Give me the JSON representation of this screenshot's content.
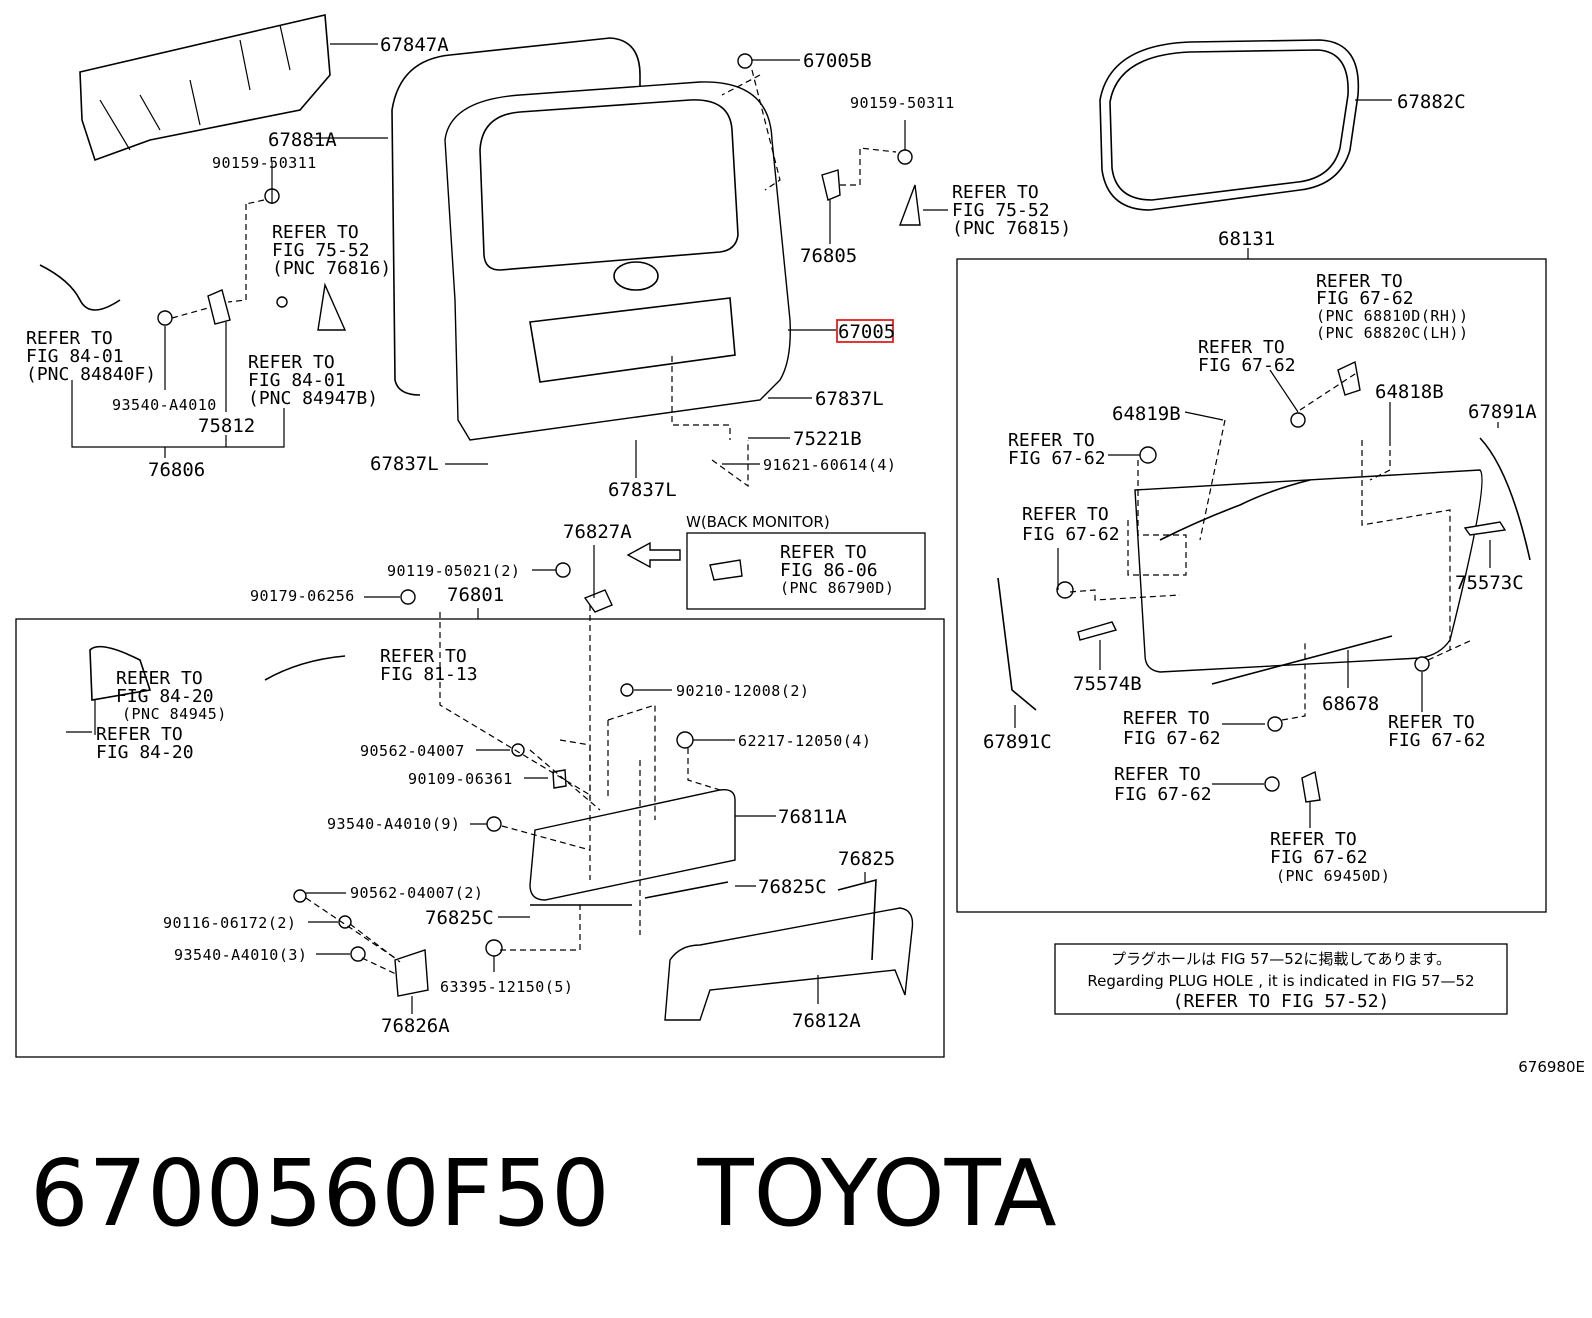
{
  "footer": {
    "part_number": "6700560F50",
    "brand": "TOYOTA"
  },
  "figure_code": "676980E",
  "highlight_part": "67005",
  "refer_to": "REFER TO",
  "labels": {
    "p67847A": "67847A",
    "p67881A": "67881A",
    "p67005B": "67005B",
    "p67882C": "67882C",
    "p90159a": "90159-50311",
    "p90159b": "90159-50311",
    "p76805": "76805",
    "p68131": "68131",
    "p67837L_a": "67837L",
    "p67837L_b": "67837L",
    "p67837L_c": "67837L",
    "p75221B": "75221B",
    "p91621": "91621-60614(4)",
    "p93540a": "93540-A4010",
    "p75812": "75812",
    "p76806": "76806",
    "p64819B": "64819B",
    "p64818B": "64818B",
    "p67891A": "67891A",
    "p75573C": "75573C",
    "p75574B": "75574B",
    "p68678": "68678",
    "p67891C": "67891C",
    "p76827A": "76827A",
    "p90119": "90119-05021(2)",
    "p90179": "90179-06256",
    "p76801": "76801",
    "p90210": "90210-12008(2)",
    "p62217": "62217-12050(4)",
    "p90562a": "90562-04007",
    "p90109": "90109-06361",
    "p93540b": "93540-A4010(9)",
    "p76811A": "76811A",
    "p76825": "76825",
    "p76825C_a": "76825C",
    "p76825C_b": "76825C",
    "p90562b": "90562-04007(2)",
    "p90116": "90116-06172(2)",
    "p93540c": "93540-A4010(3)",
    "p63395": "63395-12150(5)",
    "p76826A": "76826A",
    "p76812A": "76812A"
  },
  "refs": {
    "r1_fig": "FIG 75-52",
    "r1_pnc": "(PNC 76816)",
    "r2_fig": "FIG 75-52",
    "r2_pnc": "(PNC 76815)",
    "r3_fig": "FIG 84-01",
    "r3_pnc": "(PNC 84840F)",
    "r4_fig": "FIG 84-01",
    "r4_pnc": "(PNC 84947B)",
    "r5_fig": "FIG 67-62",
    "r5_pnc1": "(PNC 68810D(RH))",
    "r5_pnc2": "(PNC 68820C(LH))",
    "r6_fig": "FIG 67-62",
    "r7_fig": "FIG 67-62",
    "r8_fig": "FIG 67-62",
    "r9_fig": "FIG 67-62",
    "r10_fig": "FIG 67-62",
    "r11_fig": "FIG 67-62",
    "r12_fig": "FIG 67-62",
    "r12_pnc": "(PNC 69450D)",
    "r13_fig": "FIG 86-06",
    "r13_pnc": "(PNC 86790D)",
    "r14_fig": "FIG 81-13",
    "r15_fig": "FIG 84-20",
    "r15_pnc": "(PNC 84945)",
    "r16_fig": "FIG 84-20"
  },
  "back_monitor": "W(BACK MONITOR)",
  "note": {
    "line_jp": "プラグホールは FIG 57—52に掲載してあります。",
    "line_en": "Regarding PLUG HOLE , it is indicated in FIG 57—52",
    "line_ref": "(REFER TO FIG 57-52)"
  }
}
